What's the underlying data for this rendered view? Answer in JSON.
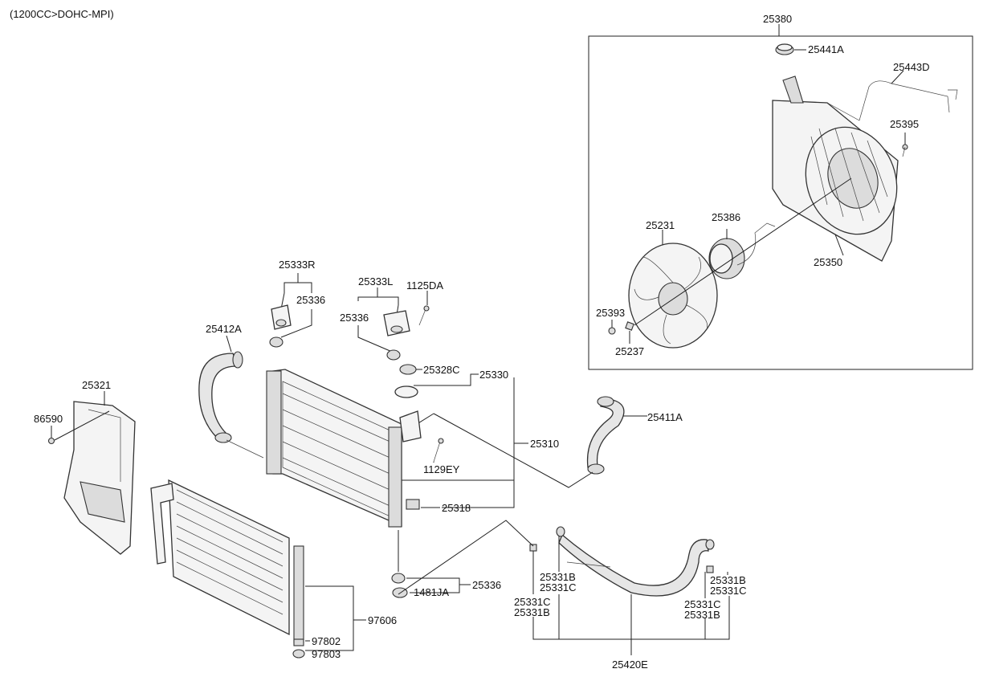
{
  "engine_label": "(1200CC>DOHC-MPI)",
  "callouts": {
    "c25380": "25380",
    "c25441A": "25441A",
    "c25443D": "25443D",
    "c25395": "25395",
    "c25231": "25231",
    "c25386": "25386",
    "c25350": "25350",
    "c25393": "25393",
    "c25237": "25237",
    "c25333R": "25333R",
    "c25336a": "25336",
    "c25333L": "25333L",
    "c1125DA": "1125DA",
    "c25336b": "25336",
    "c25412A": "25412A",
    "c25328C": "25328C",
    "c25330": "25330",
    "c25321": "25321",
    "c86590": "86590",
    "c25310": "25310",
    "c25411A": "25411A",
    "c1129EY": "1129EY",
    "c25318": "25318",
    "c25336c": "25336",
    "c1481JA": "1481JA",
    "c97606": "97606",
    "c97802": "97802",
    "c97803": "97803",
    "c25331B_1": "25331B",
    "c25331C_1": "25331C",
    "c25331C_2": "25331C",
    "c25331B_2": "25331B",
    "c25331B_3": "25331B",
    "c25331C_3": "25331C",
    "c25331C_4": "25331C",
    "c25331B_4": "25331B",
    "c25420E": "25420E"
  }
}
